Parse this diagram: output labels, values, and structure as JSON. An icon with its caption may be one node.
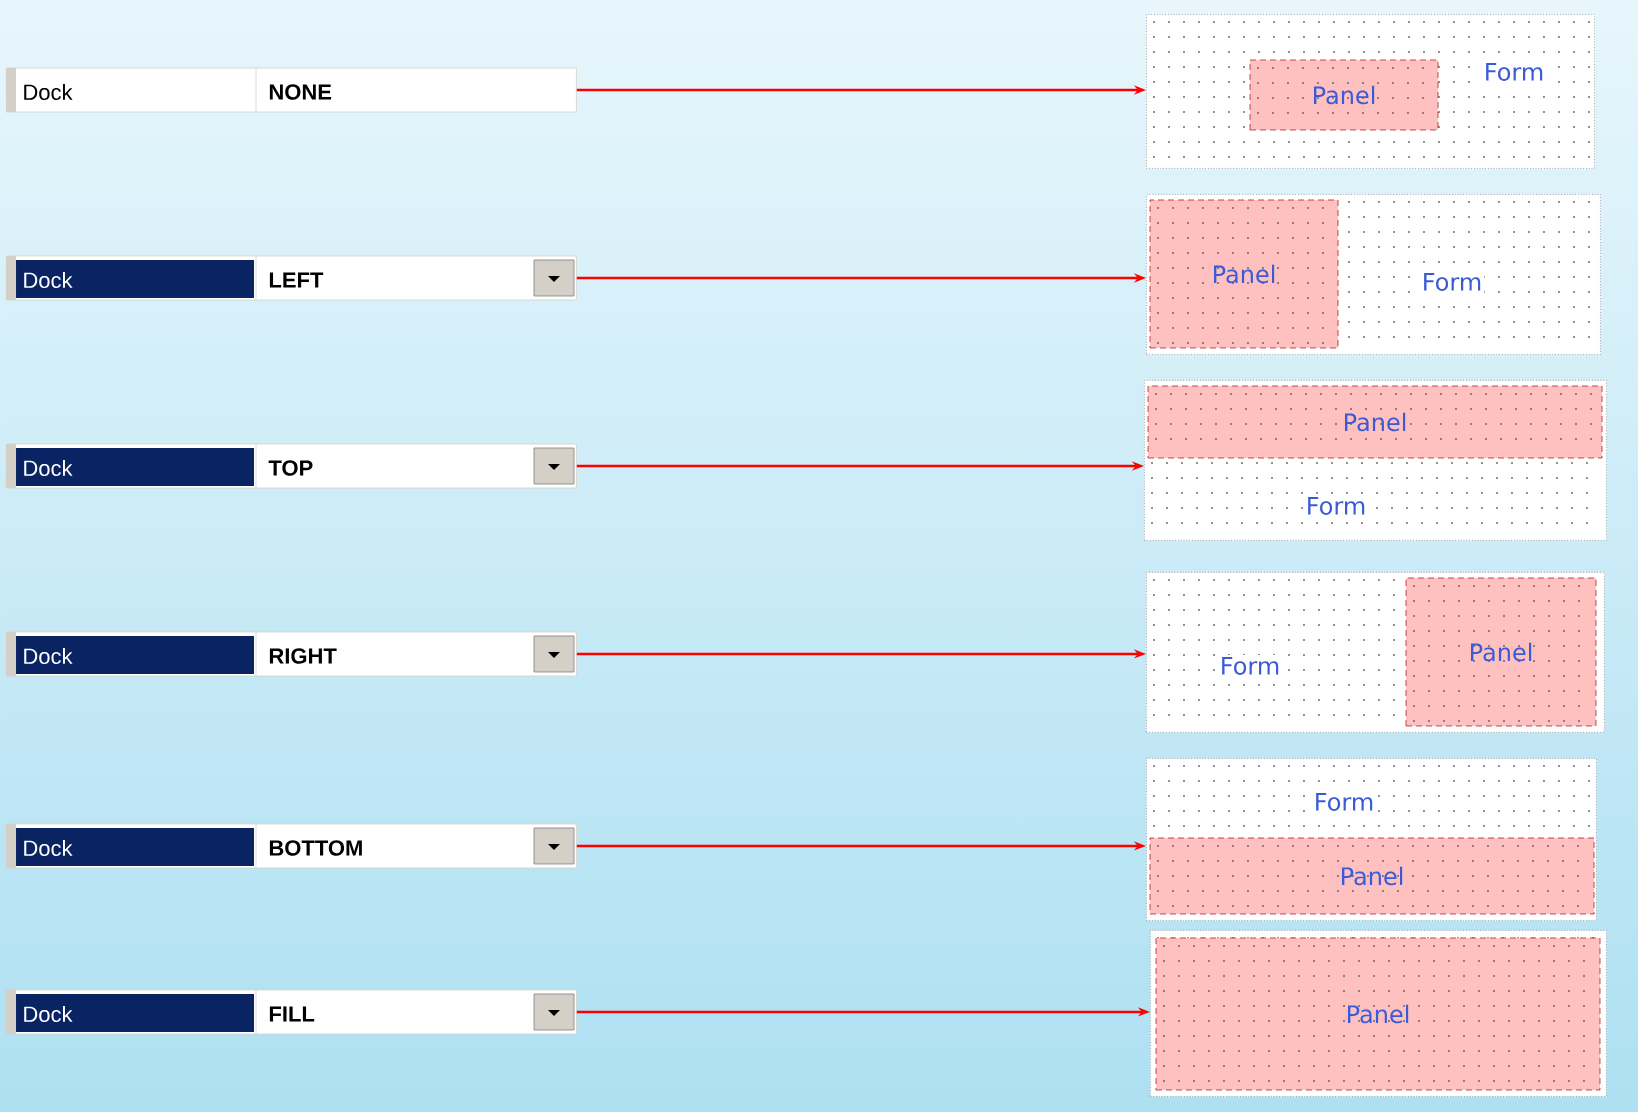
{
  "diagram": {
    "nodes": [
      {
        "text": [
          "Dock",
          "NONE"
        ]
      },
      {
        "text": [
          "Form"
        ]
      },
      {
        "text": [
          "Panel"
        ],
        "in": 1
      },
      {
        "text": [
          "Dock",
          "LEFT"
        ]
      },
      {
        "text": [
          "Form"
        ]
      },
      {
        "text": [
          "Panel"
        ],
        "in": 4
      },
      {
        "text": [
          "Dock",
          "TOP"
        ]
      },
      {
        "text": [
          "Form"
        ]
      },
      {
        "text": [
          "Panel"
        ],
        "in": 7
      },
      {
        "text": [
          "Dock",
          "RIGHT"
        ]
      },
      {
        "text": [
          "Form"
        ]
      },
      {
        "text": [
          "Panel"
        ],
        "in": 10
      },
      {
        "text": [
          "Dock",
          "BOTTOM"
        ]
      },
      {
        "text": [
          "Form"
        ]
      },
      {
        "text": [
          "Panel"
        ],
        "in": 13
      },
      {
        "text": [
          "Dock",
          "FILL"
        ]
      },
      {
        "text": [],
        "shape": "box"
      },
      {
        "text": [
          "Panel"
        ],
        "in": 16
      }
    ],
    "edges": [
      {
        "from": 0,
        "to": 1,
        "arrow": "to"
      },
      {
        "from": 3,
        "to": 4,
        "arrow": "to"
      },
      {
        "from": 6,
        "to": 7,
        "arrow": "to"
      },
      {
        "from": 9,
        "to": 10,
        "arrow": "to"
      },
      {
        "from": 12,
        "to": 13,
        "arrow": "to"
      },
      {
        "from": 15,
        "to": 16,
        "arrow": "to"
      }
    ]
  }
}
